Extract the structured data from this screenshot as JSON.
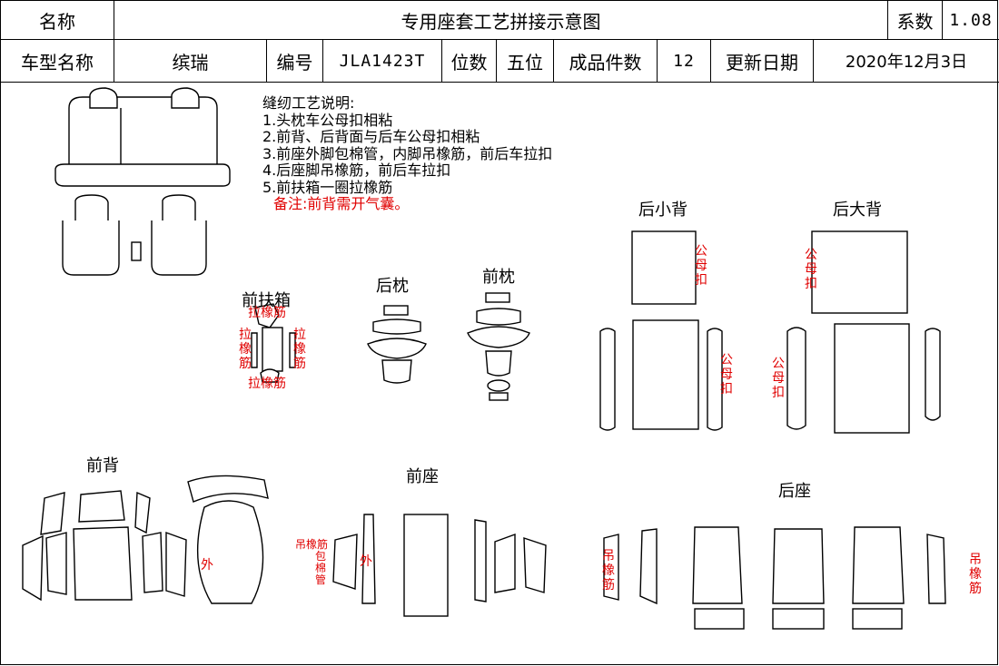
{
  "header": {
    "name_label": "名称",
    "name_value": "专用座套工艺拼接示意图",
    "coef_label": "系数",
    "coef_value": "1.08",
    "model_label": "车型名称",
    "model_value": "缤瑞",
    "code_label": "编号",
    "code_value": "JLA1423T",
    "seats_label": "位数",
    "seats_value": "五位",
    "pieces_label": "成品件数",
    "pieces_value": "12",
    "date_label": "更新日期",
    "date_value": "2020年12月3日"
  },
  "notes": {
    "title": "缝纫工艺说明:",
    "items": [
      "1.头枕车公母扣相粘",
      "2.前背、后背面与后车公母扣相粘",
      "3.前座外脚包棉管，内脚吊橡筋，前后车拉扣",
      "4.后座脚吊橡筋，前后车拉扣",
      "5.前扶箱一圈拉橡筋"
    ],
    "remark": "备注:前背需开气囊。"
  },
  "sections": {
    "front_armrest": "前扶箱",
    "rear_headrest": "后枕",
    "front_headrest": "前枕",
    "rear_small_back": "后小背",
    "rear_big_back": "后大背",
    "front_back": "前背",
    "front_seat": "前座",
    "rear_seat": "后座"
  },
  "annotations": {
    "pull_elastic_top": "拉橡筋",
    "pull_elastic_left": "拉\n橡\n筋",
    "pull_elastic_right": "拉\n橡\n筋",
    "pull_elastic_bottom": "拉橡筋",
    "male_female_buckle_1": "公\n母\n扣",
    "male_female_buckle_2": "公\n母\n扣",
    "pull_buckle_1": "公\n母\n扣",
    "pull_buckle_2": "公\n母\n扣",
    "outer_1": "外",
    "outer_2": "外",
    "hang_elastic": "吊橡筋",
    "cotton_tube": "包\n棉\n管",
    "hang_elastic_rear_left": "吊\n橡\n筋",
    "hang_elastic_rear_right": "吊\n橡\n筋"
  }
}
